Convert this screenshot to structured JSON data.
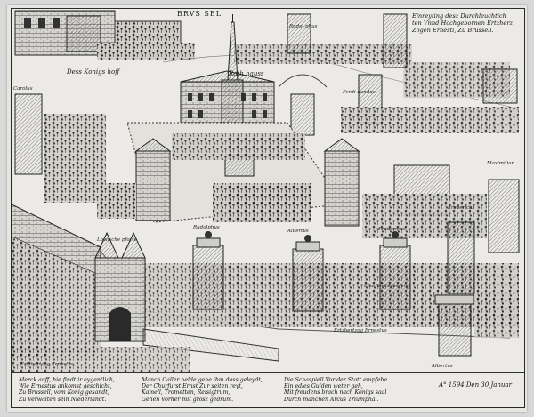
{
  "title": {
    "lines": [
      "Einreyting desz Durchleuchtich",
      "ten Vnnd Hochgebornen Ertzherz",
      "Zogen Ernesti, Zu Brussell."
    ]
  },
  "labels": {
    "city": "BRVS SEL",
    "konigs_hof": "Dess Konigs hoff",
    "rathaus": "Rath hauss",
    "ferdinandus": "Ferdi nandus",
    "rudolphus_top": "Rudol phus",
    "carolus": "Carolus",
    "maximilianus": "Maximilian",
    "fredericus_right": "Fredericus",
    "lowen_pforte": "Lowische pforte",
    "rudolphus_mid": "Rudolphus",
    "albertus_mid": "Albertus",
    "fredericus_mid": "Fredericus",
    "chur_brandenburg": "Churfurst Brandenb.",
    "ertzhertzog_left": "Ertzhertzog Ernestus",
    "ertzhertzog_right": "Ertzhertzog Ernestus",
    "albertus_bottom": "Albertus"
  },
  "captions": {
    "left": [
      "Merck auff, hie findt ir eygentlich,",
      "Wie Ernestus ankomst geschicht,",
      "Zu Brussell, vom Konig gesandt,",
      "Zu Verwalten sein Niederlandt."
    ],
    "middle": [
      "Manch Caller helde gehe ihm dass geleydt,",
      "Der Churfurst Ernst Zur seiten reyt,",
      "Kamell, Trometten, Reisigtrum,",
      "Gehen Vorher mit grosz gedrum."
    ],
    "right": [
      "Die Schaspiell Vor der Statt empfehe",
      "Ein edles Gulden weter geh,",
      "Mit freudens brach nach Konigs saal",
      "Durch manchen Arcus Triumphal."
    ]
  },
  "date": "A° 1594 Den 30 Januar"
}
